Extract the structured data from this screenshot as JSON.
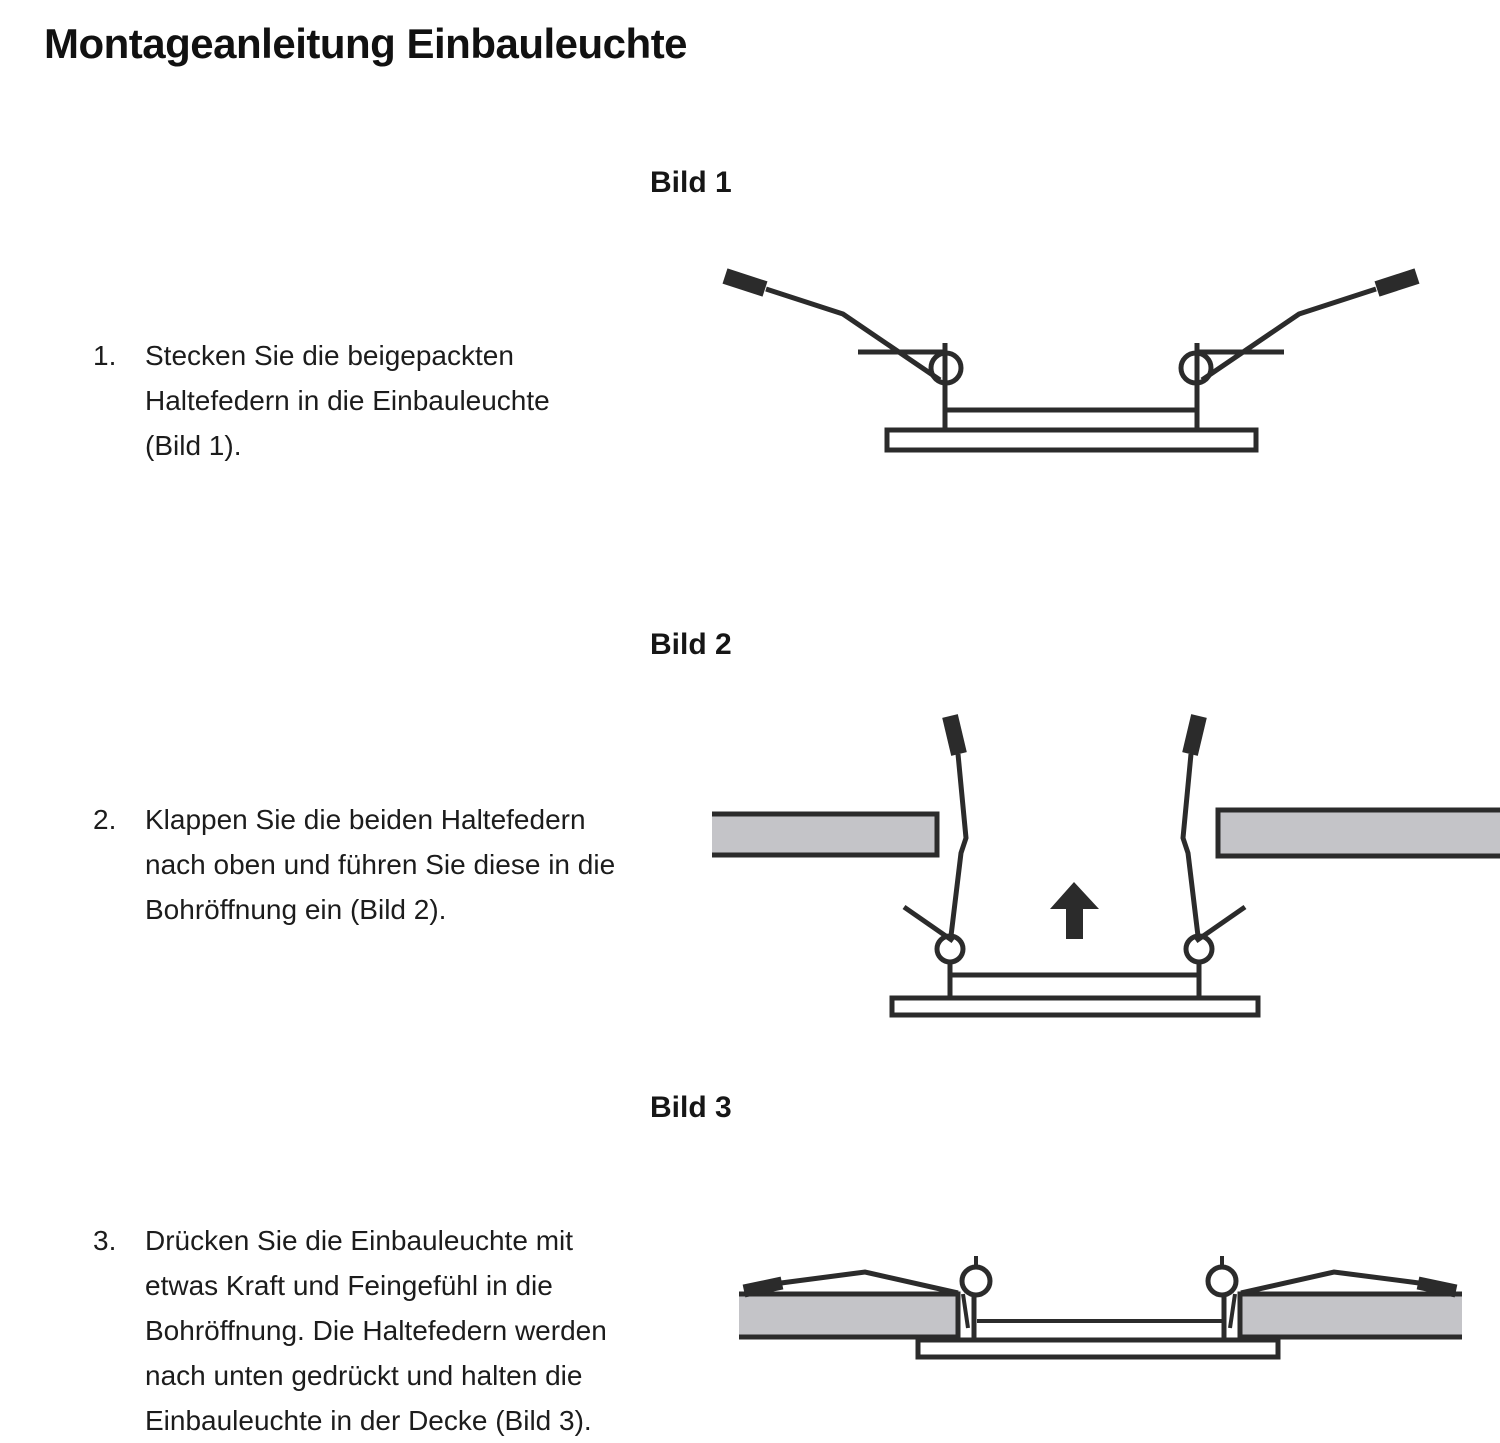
{
  "page": {
    "title": "Montageanleitung Einbauleuchte"
  },
  "colors": {
    "line": "#2b2b2b",
    "panel_fill": "#c4c4c8",
    "text": "#1c1c1c"
  },
  "figures": [
    {
      "label": "Bild 1"
    },
    {
      "label": "Bild 2"
    },
    {
      "label": "Bild 3"
    }
  ],
  "steps": [
    {
      "number": "1.",
      "lines": [
        "Stecken Sie die beigepackten",
        "Haltefedern in die Einbauleuchte",
        "(Bild 1)."
      ]
    },
    {
      "number": "2.",
      "lines": [
        "Klappen Sie die beiden Haltefedern",
        "nach oben und führen Sie diese in die",
        "Bohröffnung ein (Bild 2)."
      ]
    },
    {
      "number": "3.",
      "lines": [
        "Drücken Sie die Einbauleuchte mit",
        "etwas Kraft und Feingefühl in die",
        "Bohröffnung. Die Haltefedern werden",
        "nach unten gedrückt und halten die",
        "Einbauleuchte in der Decke (Bild 3)."
      ]
    }
  ]
}
